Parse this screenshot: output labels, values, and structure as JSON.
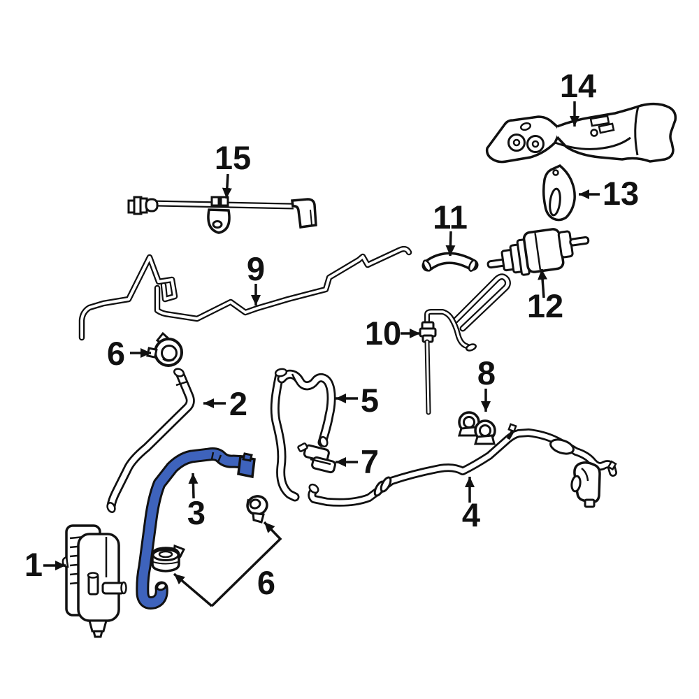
{
  "diagram": {
    "type": "exploded-parts-line-drawing",
    "background_color": "#ffffff",
    "line_color": "#111111",
    "highlighted_part_color": "#3e63bc",
    "highlighted_part_number": "3"
  },
  "callouts": [
    {
      "label": "1"
    },
    {
      "label": "2"
    },
    {
      "label": "3"
    },
    {
      "label": "4"
    },
    {
      "label": "5"
    },
    {
      "label": "6"
    },
    {
      "label": "6"
    },
    {
      "label": "7"
    },
    {
      "label": "8"
    },
    {
      "label": "9"
    },
    {
      "label": "10"
    },
    {
      "label": "11"
    },
    {
      "label": "12"
    },
    {
      "label": "13"
    },
    {
      "label": "14"
    },
    {
      "label": "15"
    }
  ]
}
